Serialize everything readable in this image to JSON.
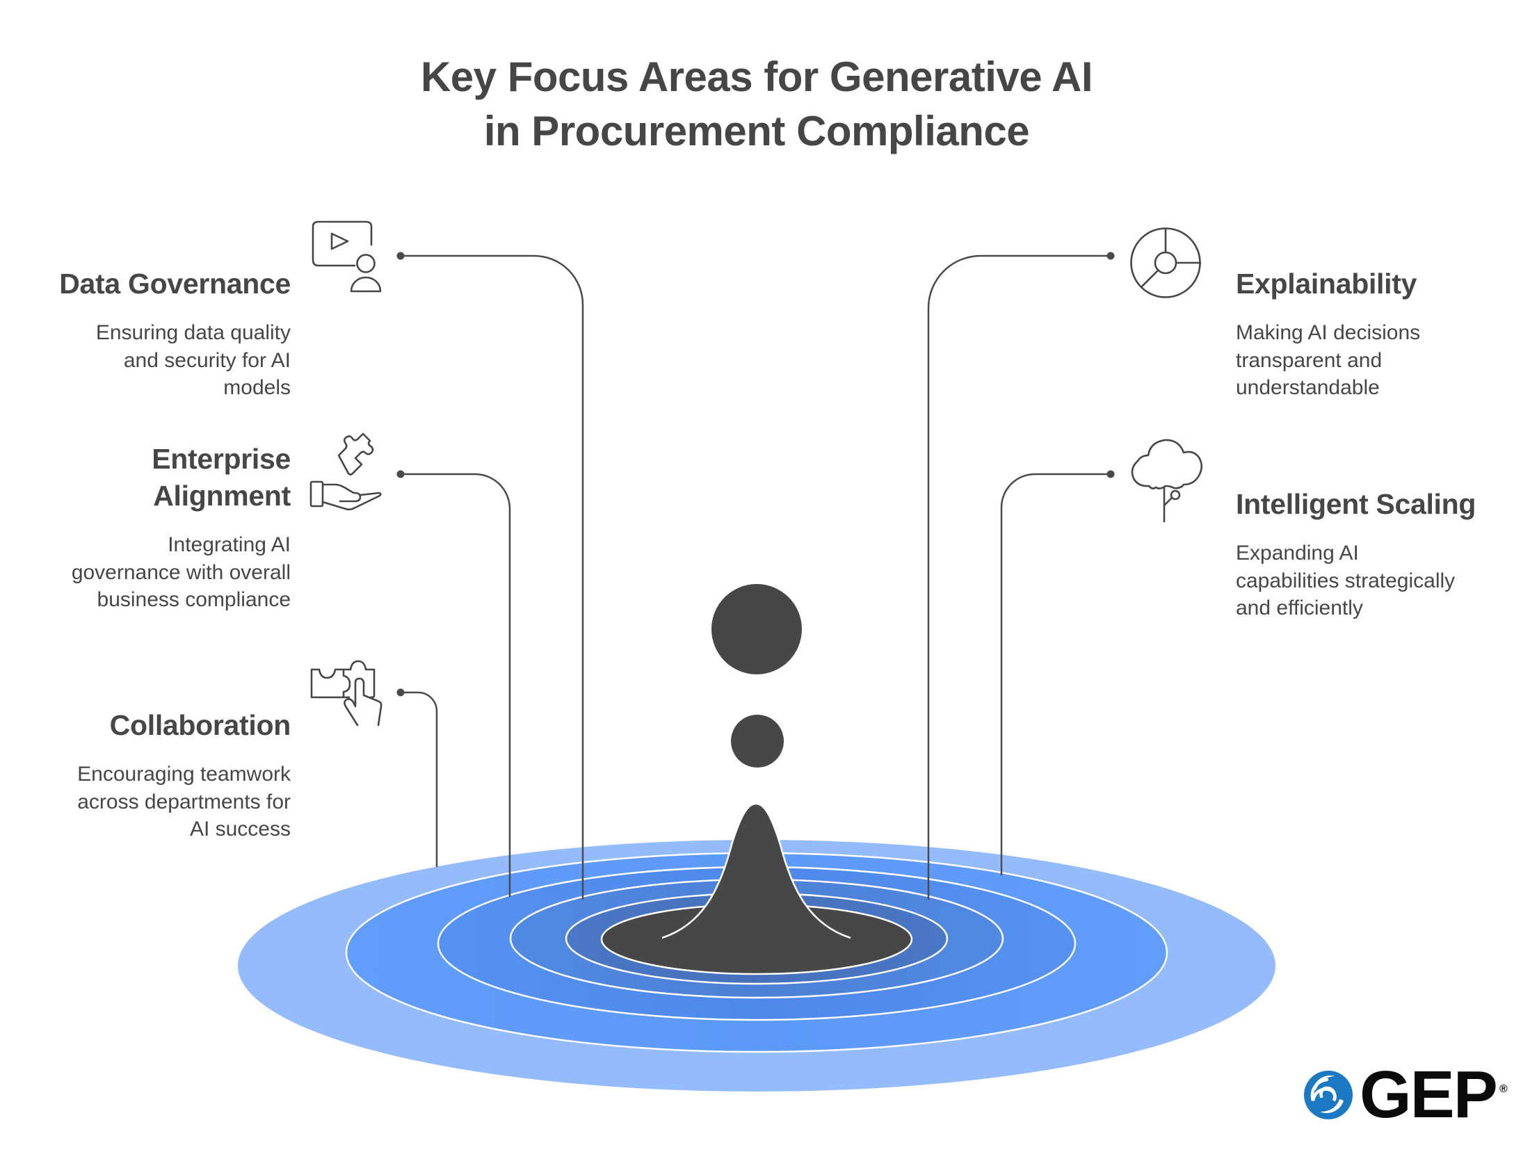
{
  "title": {
    "lines": [
      "Key Focus Areas for Generative AI",
      "in Procurement Compliance"
    ]
  },
  "colors": {
    "text": "#464646",
    "connector": "#4a4a4a",
    "drop": "#474747",
    "ring_outer": "#94bbfb",
    "ring_2": "#5f9bfa",
    "ring_3": "#4f89ea",
    "ring_4": "#4f82d8",
    "ring_5": "#4874c0",
    "brand_blue": "#1b78c2"
  },
  "items": [
    {
      "id": "data-governance",
      "side": "left",
      "icon": "video-user-icon",
      "heading": [
        "Data Governance"
      ],
      "description": [
        "Ensuring data quality",
        "and security for AI",
        "models"
      ]
    },
    {
      "id": "enterprise-alignment",
      "side": "left",
      "icon": "hand-puzzle-icon",
      "heading": [
        "Enterprise",
        "Alignment"
      ],
      "description": [
        "Integrating AI",
        "governance with overall",
        "business compliance"
      ]
    },
    {
      "id": "collaboration",
      "side": "left",
      "icon": "puzzle-touch-icon",
      "heading": [
        "Collaboration"
      ],
      "description": [
        "Encouraging teamwork",
        "across departments for",
        "AI success"
      ]
    },
    {
      "id": "explainability",
      "side": "right",
      "icon": "pie-chart-icon",
      "heading": [
        "Explainability"
      ],
      "description": [
        "Making AI decisions",
        "transparent and",
        "understandable"
      ]
    },
    {
      "id": "intelligent-scaling",
      "side": "right",
      "icon": "tree-growth-icon",
      "heading": [
        "Intelligent Scaling"
      ],
      "description": [
        "Expanding AI",
        "capabilities strategically",
        "and efficiently"
      ]
    }
  ],
  "logo": {
    "wordmark": "GEP",
    "registered": "®",
    "icon": "swirl-icon"
  }
}
